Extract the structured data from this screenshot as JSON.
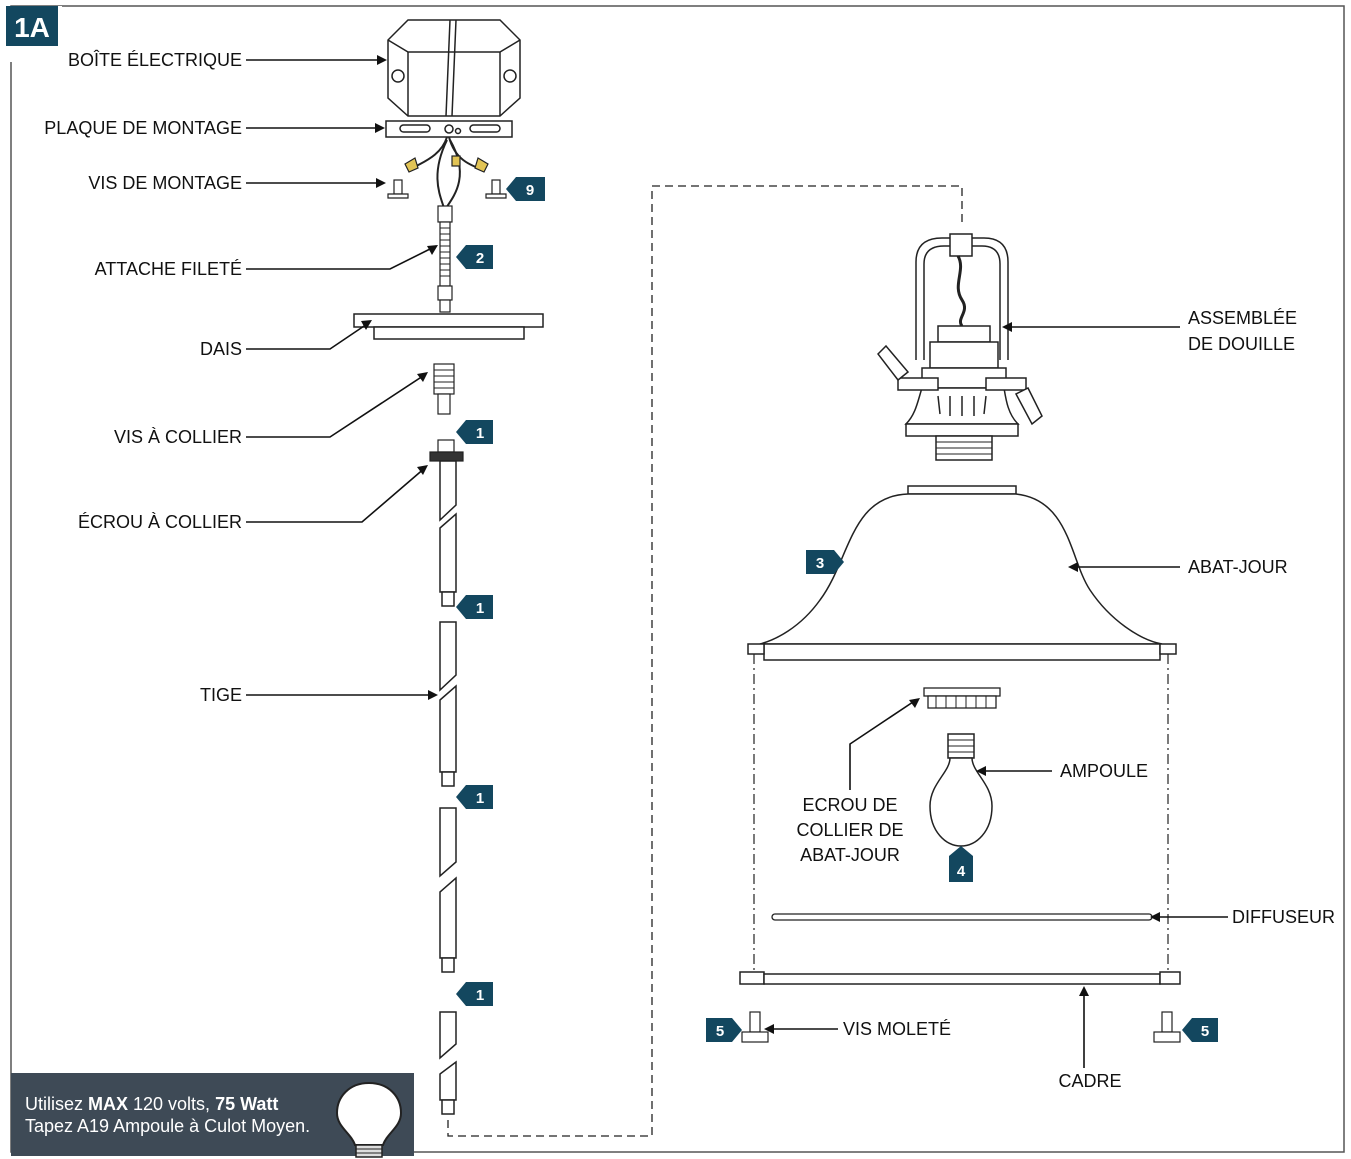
{
  "page_label": "1A",
  "colors": {
    "badge": "#13475f",
    "note_bg": "#3e4a56",
    "line": "#222222"
  },
  "labels": {
    "boite": "BOÎTE ÉLECTRIQUE",
    "plaque": "PLAQUE DE MONTAGE",
    "vis_montage": "VIS DE MONTAGE",
    "attache": "ATTACHE FILETÉ",
    "dais": "DAIS",
    "vis_collier": "VIS À COLLIER",
    "ecrou_collier": "ÉCROU À COLLIER",
    "tige": "TIGE",
    "assemblee_1": "ASSEMBLÉE",
    "assemblee_2": "DE DOUILLE",
    "abat_jour": "ABAT-JOUR",
    "ampoule": "AMPOULE",
    "ecrou_abat_1": "ECROU DE",
    "ecrou_abat_2": "COLLIER DE",
    "ecrou_abat_3": "ABAT-JOUR",
    "diffuseur": "DIFFUSEUR",
    "vis_molete": "VIS MOLETÉ",
    "cadre": "CADRE"
  },
  "badges": {
    "b9": "9",
    "b2": "2",
    "b1a": "1",
    "b1b": "1",
    "b1c": "1",
    "b1d": "1",
    "b3": "3",
    "b4": "4",
    "b5a": "5",
    "b5b": "5"
  },
  "note": {
    "l1_pre": "Utilisez ",
    "l1_max": "MAX",
    "l1_mid": " 120 volts, ",
    "l1_watt": "75 Watt",
    "l2": "Tapez A19 Ampoule à Culot Moyen."
  },
  "icons": [
    "light-bulb-icon"
  ]
}
